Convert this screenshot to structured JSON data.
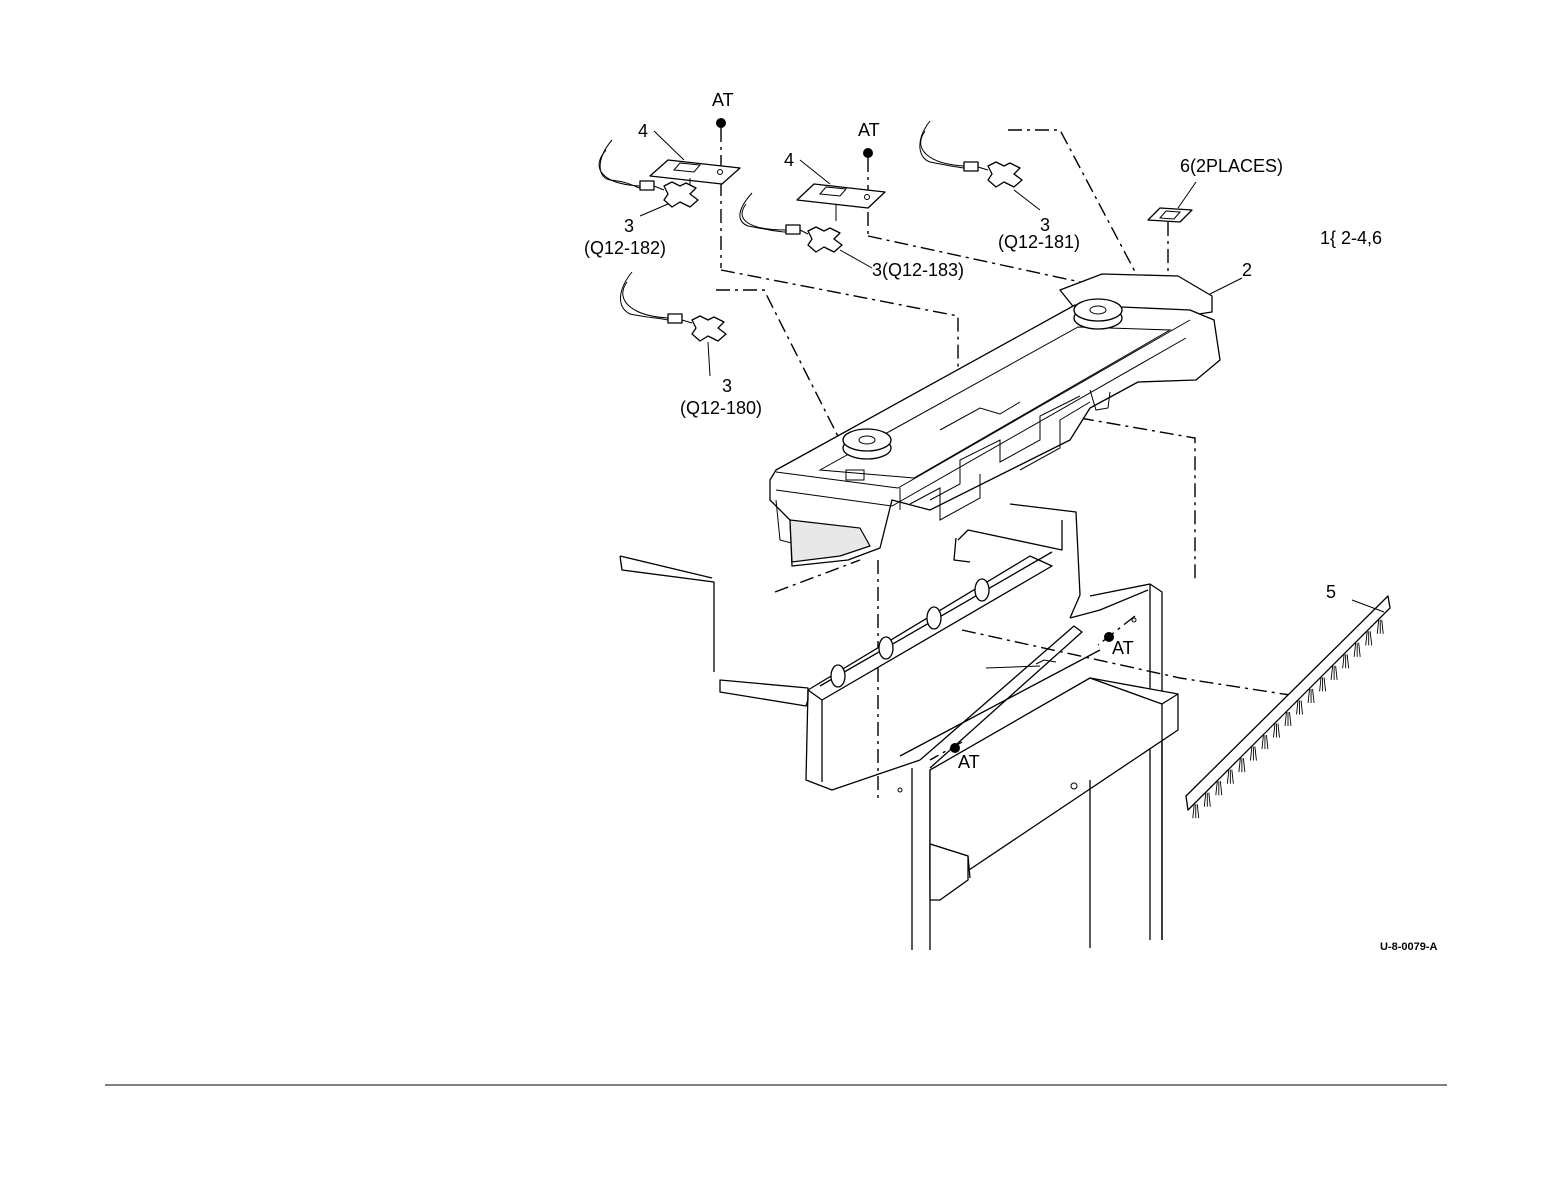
{
  "labels": {
    "at_top_left": "AT",
    "at_top_center": "AT",
    "at_right": "AT",
    "at_bottom": "AT",
    "item4_left": "4",
    "item4_center": "4",
    "item3_left": "3",
    "item3_left_code": "(Q12-182)",
    "item3_center": "3(Q12-183)",
    "item3_right": "3",
    "item3_right_code": "(Q12-181)",
    "item3_lower": "3",
    "item3_lower_code": "(Q12-180)",
    "item6": "6(2PLACES)",
    "item2": "2",
    "item5": "5",
    "kit_note": "1{ 2-4,6",
    "figure_id": "U-8-0079-A"
  }
}
